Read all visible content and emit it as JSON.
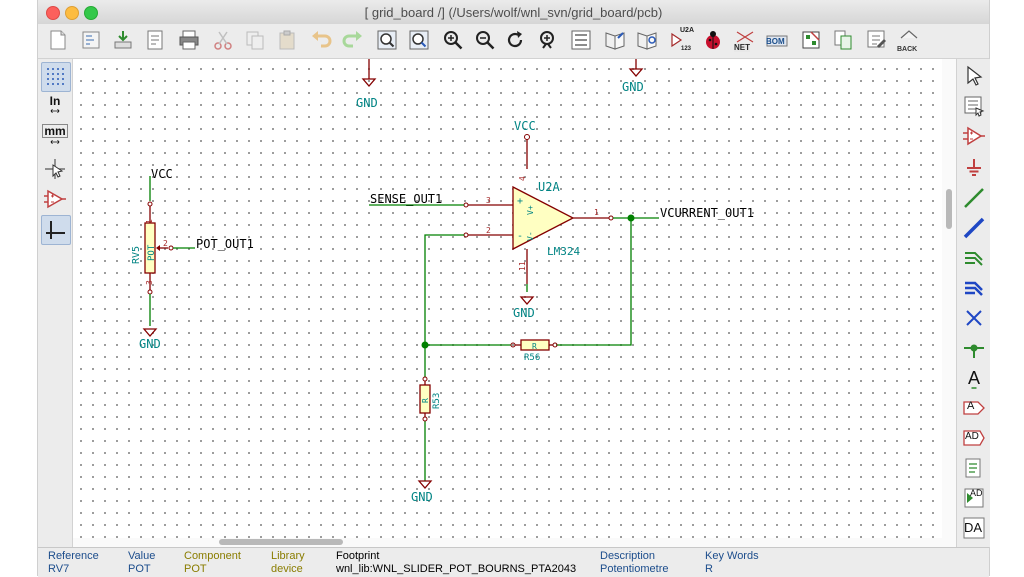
{
  "window": {
    "title": "[ grid_board /] (/Users/wolf/wnl_svn/grid_board/pcb)"
  },
  "toolbar": {
    "u2a_label": "U2A",
    "u2a_sub": "123",
    "net_label": "NET",
    "bom_label": "BOM",
    "back_label": "BACK"
  },
  "left_toolbar": {
    "in_label": "In",
    "mm_label": "mm"
  },
  "right_toolbar": {
    "text_a": "A",
    "label_a": "A",
    "global_label": "AD",
    "hier_label": "AD",
    "sheet_pin": "DA"
  },
  "schematic": {
    "gnd_label": "GND",
    "vcc_label": "VCC",
    "sense_out": "SENSE_OUT1",
    "pot_out": "POT_OUT1",
    "vcurrent_out": "VCURRENT_OUT1",
    "u2a_ref": "U2A",
    "u2a_value": "LM324",
    "rv5_ref": "RV5",
    "rv5_value": "POT",
    "r56_ref": "R56",
    "r56_value": "R",
    "r53_ref": "R53",
    "r53_value": "R",
    "pin_numbers": {
      "op_in_plus": "3",
      "op_in_minus": "2",
      "op_out": "1",
      "op_vcc": "4",
      "op_gnd": "11",
      "pot_top": "1",
      "pot_wiper": "2",
      "pot_bot": "3",
      "plus": "+",
      "minus": "-",
      "vplus": "V+",
      "vminus": "V-"
    }
  },
  "statusbar": {
    "columns": [
      {
        "header": "Reference",
        "value": "RV7"
      },
      {
        "header": "Value",
        "value": "POT"
      },
      {
        "header": "Component",
        "value": "POT"
      },
      {
        "header": "Library",
        "value": "device"
      },
      {
        "header": "Footprint",
        "value": "wnl_lib:WNL_SLIDER_POT_BOURNS_PTA2043"
      },
      {
        "header": "Description",
        "value": "Potentiometre"
      },
      {
        "header": "Key Words",
        "value": "R"
      }
    ]
  },
  "colors": {
    "wire": "#008000",
    "component_outline": "#840000",
    "label_text": "#008484",
    "net_text": "#000000",
    "pin_num": "#a52a2a",
    "junction": "#008000",
    "status_header_1": "#1c4d8c",
    "status_header_2": "#8a7d00",
    "status_footprint": "#000000"
  }
}
